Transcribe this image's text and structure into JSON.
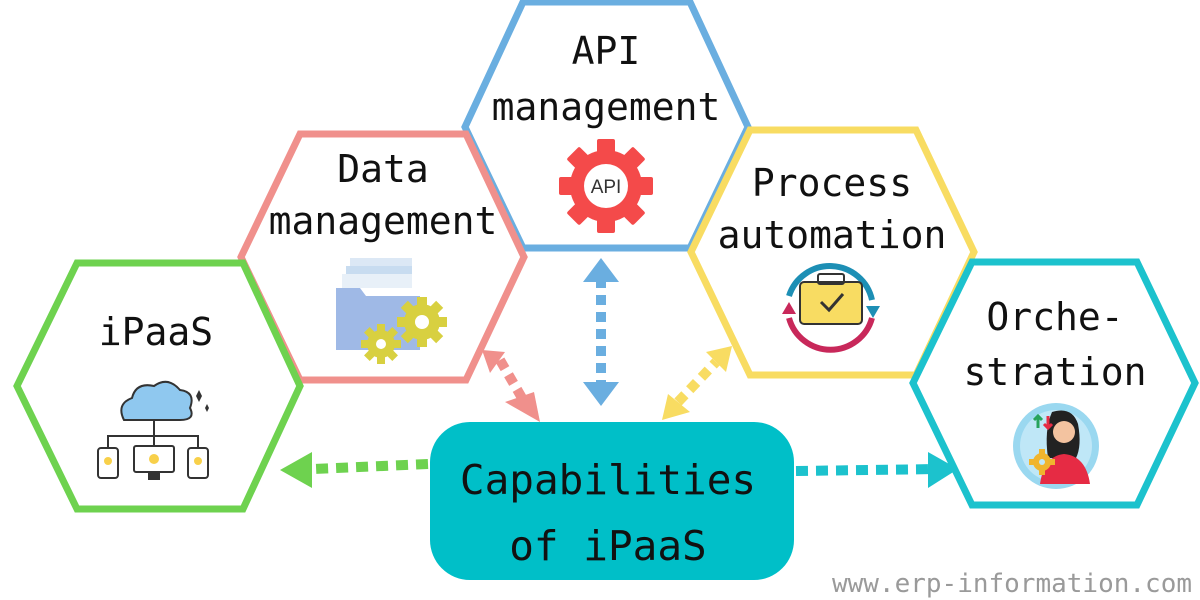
{
  "hexagons": {
    "ipaas": {
      "lines": [
        "iPaaS"
      ],
      "color": "#6ed24f",
      "icon": "cloud-network-icon"
    },
    "data": {
      "lines": [
        "Data",
        "management"
      ],
      "color": "#f0908c",
      "icon": "folder-gears-icon"
    },
    "api": {
      "lines": [
        "API",
        "management"
      ],
      "color": "#6aaee0",
      "icon": "api-gear-icon",
      "badge": "API"
    },
    "process": {
      "lines": [
        "Process",
        "automation"
      ],
      "color": "#f8dc62",
      "icon": "briefcase-cycle-icon"
    },
    "orch": {
      "lines": [
        "Orche-",
        "stration"
      ],
      "color": "#1cc2cd",
      "icon": "person-orchestration-icon"
    }
  },
  "center": {
    "lines": [
      "Capabilities",
      "of iPaaS"
    ],
    "color": "#00bfc8"
  },
  "watermark": "www.erp-information.com"
}
